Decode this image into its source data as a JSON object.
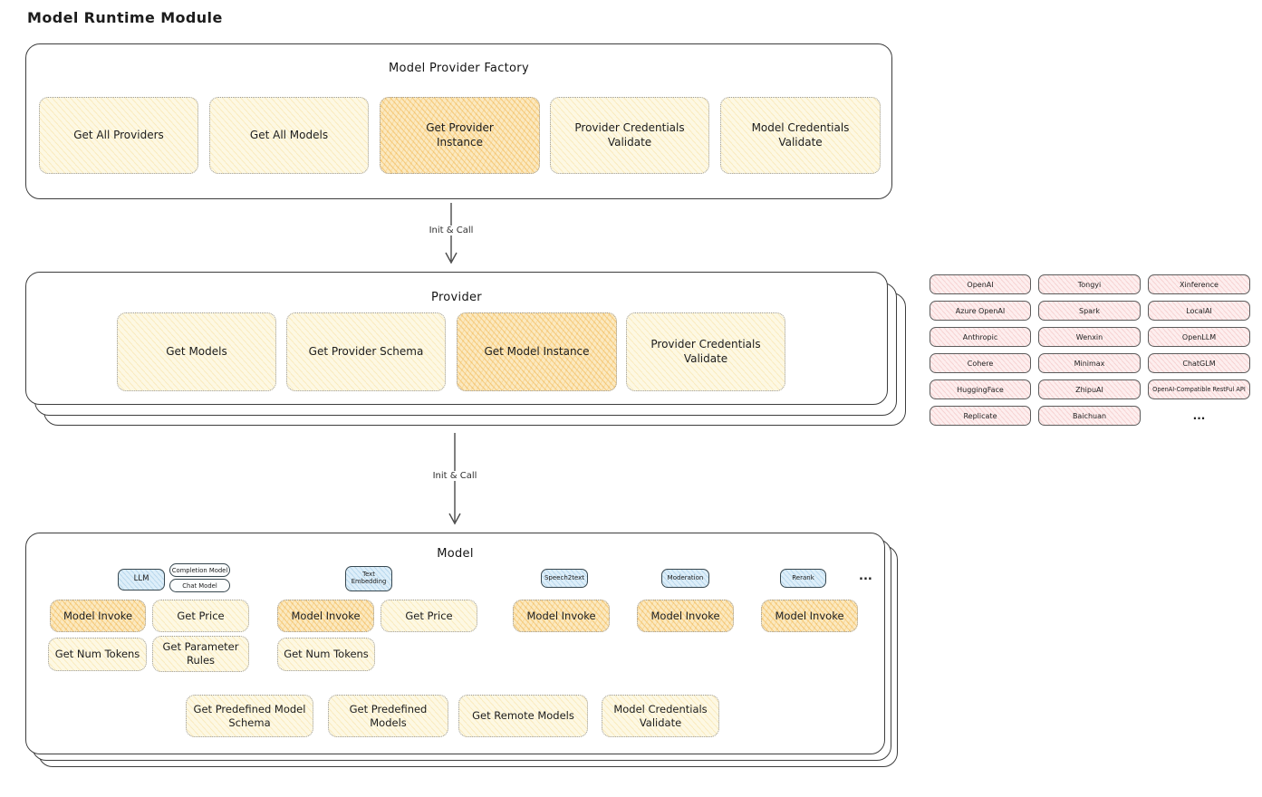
{
  "page_title": "Model Runtime Module",
  "factory": {
    "title": "Model Provider Factory",
    "items": [
      {
        "label": "Get All Providers"
      },
      {
        "label": "Get All Models"
      },
      {
        "label": "Get Provider Instance",
        "highlighted": true
      },
      {
        "label": "Provider Credentials Validate"
      },
      {
        "label": "Model Credentials Validate"
      }
    ]
  },
  "arrow1": {
    "label": "Init & Call"
  },
  "arrow2": {
    "label": "Init & Call"
  },
  "provider": {
    "title": "Provider",
    "items": [
      {
        "label": "Get Models"
      },
      {
        "label": "Get Provider Schema"
      },
      {
        "label": "Get Model Instance",
        "highlighted": true
      },
      {
        "label": "Provider Credentials Validate"
      }
    ]
  },
  "providers": {
    "grid": [
      "OpenAI",
      "Tongyi",
      "Xinference",
      "Azure OpenAI",
      "Spark",
      "LocalAI",
      "Anthropic",
      "Wenxin",
      "OpenLLM",
      "Cohere",
      "Minimax",
      "ChatGLM",
      "HuggingFace",
      "ZhipuAI",
      "OpenAI-Compatible RestFul API",
      "Replicate",
      "Baichuan"
    ],
    "more": "..."
  },
  "model": {
    "title": "Model",
    "tabs": {
      "llm": "LLM",
      "completion_model": "Completion Model",
      "chat_model": "Chat Model",
      "text_embedding": "Text Embedding",
      "speech2text": "Speech2text",
      "moderation": "Moderation",
      "rerank": "Rerank",
      "more": "..."
    },
    "functions": {
      "model_invoke": "Model Invoke",
      "get_price": "Get Price",
      "get_num_tokens": "Get Num Tokens",
      "get_parameter_rules": "Get Parameter Rules"
    },
    "shared": [
      {
        "label": "Get Predefined Model Schema"
      },
      {
        "label": "Get Predefined Models"
      },
      {
        "label": "Get Remote Models"
      },
      {
        "label": "Model Credentials Validate"
      }
    ]
  },
  "colors": {
    "node_yellow": "#fdf8e3",
    "node_highlight": "#fbe9c0",
    "tab_blue": "#ddeef9",
    "provider_pink": "#fdeeee",
    "border_dark": "#3d3d3d"
  }
}
